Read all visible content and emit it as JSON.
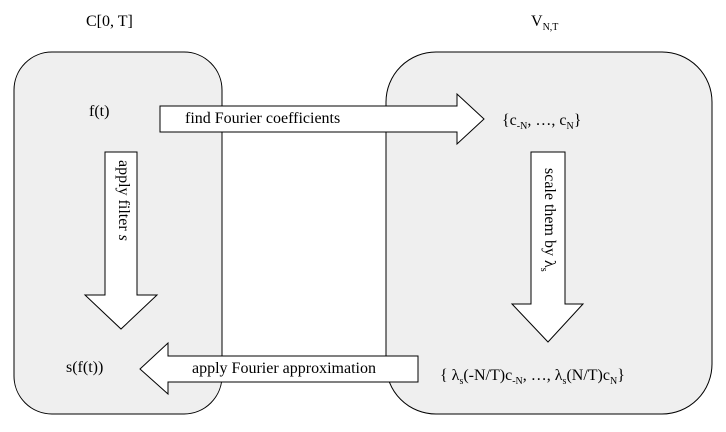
{
  "left_space": {
    "title": "C[0, T]",
    "input": "f(t)",
    "output": "s(f(t))"
  },
  "right_space": {
    "title_main": "V",
    "title_sub": "N,T",
    "coeffs": {
      "open": "{c",
      "sub1": "-N",
      "mid": ", …, c",
      "sub2": "N",
      "close": "}"
    },
    "scaled": {
      "open": "{ λ",
      "s1": "s",
      "t1": "(-N/T)c",
      "s2": "-N",
      "t2": ", …,  λ",
      "s3": "s",
      "t3": "(N/T)c",
      "s4": "N",
      "close": "}"
    }
  },
  "arrows": {
    "find": "find Fourier coefficients",
    "filter": {
      "text": "apply filter ",
      "italic": "s"
    },
    "scale": {
      "text": "scale them by λ",
      "sub": "s"
    },
    "approx": "apply Fourier approximation"
  },
  "colors": {
    "box_fill": "#efefef",
    "stroke": "#000000",
    "arrow_fill": "#ffffff"
  }
}
